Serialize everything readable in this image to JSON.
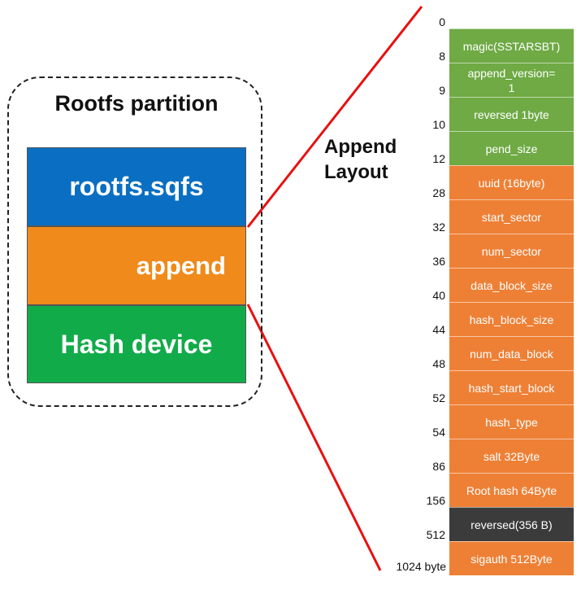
{
  "partition": {
    "title": "Rootfs partition",
    "segments": [
      {
        "label": "rootfs.sqfs",
        "color": "#0a6fc2"
      },
      {
        "label": "append",
        "color": "#f08a1a"
      },
      {
        "label": "Hash device",
        "color": "#12ab4a"
      }
    ]
  },
  "layout": {
    "title_line1": "Append",
    "title_line2": "Layout",
    "end_label": "1024 byte",
    "fields": [
      {
        "offset": "0",
        "label": "magic(SSTARSBT)",
        "color": "#6faa45"
      },
      {
        "offset": "8",
        "label": "append_version=\n1",
        "color": "#6faa45"
      },
      {
        "offset": "9",
        "label": "reversed 1byte",
        "color": "#6faa45"
      },
      {
        "offset": "10",
        "label": "pend_size",
        "color": "#6faa45"
      },
      {
        "offset": "12",
        "label": "uuid (16byte)",
        "color": "#ee8036"
      },
      {
        "offset": "28",
        "label": "start_sector",
        "color": "#ee8036"
      },
      {
        "offset": "32",
        "label": "num_sector",
        "color": "#ee8036"
      },
      {
        "offset": "36",
        "label": "data_block_size",
        "color": "#ee8036"
      },
      {
        "offset": "40",
        "label": "hash_block_size",
        "color": "#ee8036"
      },
      {
        "offset": "44",
        "label": "num_data_block",
        "color": "#ee8036"
      },
      {
        "offset": "48",
        "label": "hash_start_block",
        "color": "#ee8036"
      },
      {
        "offset": "52",
        "label": "hash_type",
        "color": "#ee8036"
      },
      {
        "offset": "54",
        "label": "salt 32Byte",
        "color": "#ee8036"
      },
      {
        "offset": "86",
        "label": "Root hash 64Byte",
        "color": "#ee8036"
      },
      {
        "offset": "156",
        "label": "reversed(356 B)",
        "color": "#3b3b3b"
      },
      {
        "offset": "512",
        "label": "sigauth 512Byte",
        "color": "#ee8036"
      }
    ]
  },
  "colors": {
    "connector": "#e81010"
  }
}
